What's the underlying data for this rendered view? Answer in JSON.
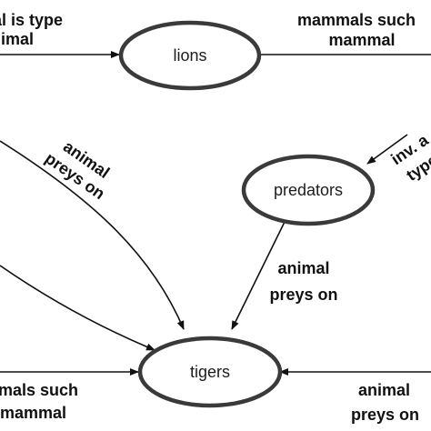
{
  "nodes": {
    "lions": {
      "label": "lions"
    },
    "predators": {
      "label": "predators"
    },
    "tigers": {
      "label": "tigers"
    }
  },
  "edge_labels": {
    "top_left": [
      "al is type",
      "nimal"
    ],
    "top_right": [
      "mammals such",
      "mammal"
    ],
    "animal_preys_on_left": [
      "animal",
      "preys on"
    ],
    "inv_type": [
      "inv. a",
      "type"
    ],
    "animal_preys_on_mid": [
      "animal",
      "preys on"
    ],
    "bottom_left": [
      "mals such",
      "mammal"
    ],
    "bottom_right": [
      "animal",
      "preys on"
    ]
  },
  "colors": {
    "node_stroke": "#3a3a3a",
    "edge": "#111111",
    "text": "#111111"
  }
}
